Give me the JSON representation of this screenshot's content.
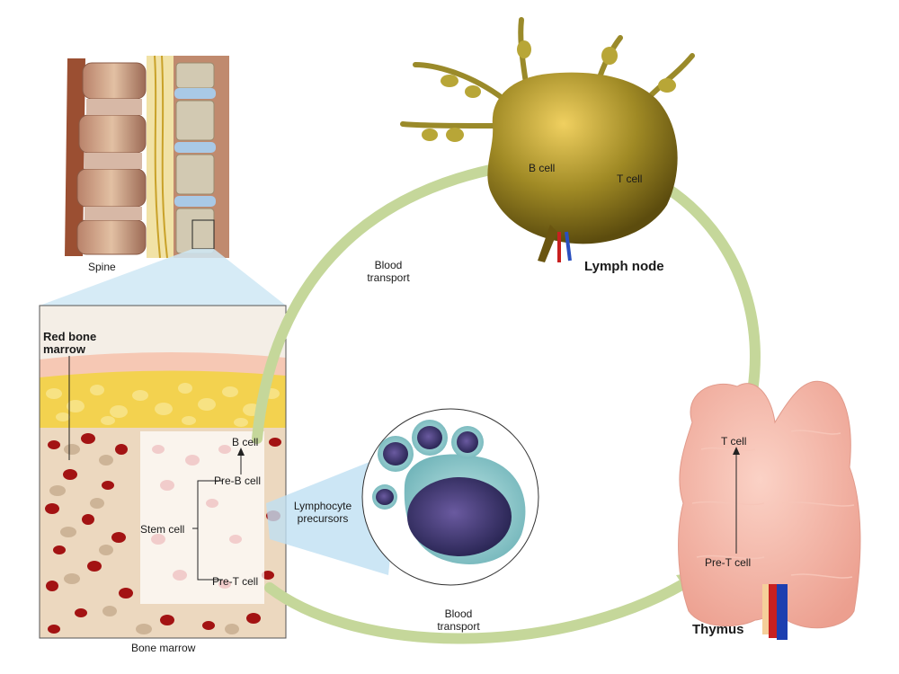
{
  "labels": {
    "spine": "Spine",
    "red_bone_marrow_1": "Red bone",
    "red_bone_marrow_2": "marrow",
    "b_cell_marrow": "B cell",
    "pre_b_cell": "Pre-B cell",
    "stem_cell": "Stem cell",
    "pre_t_cell_marrow": "Pre-T cell",
    "bone_marrow": "Bone marrow",
    "lymphocyte_1": "Lymphocyte",
    "lymphocyte_2": "precursors",
    "blood_transport_top_1": "Blood",
    "blood_transport_top_2": "transport",
    "blood_transport_bottom_1": "Blood",
    "blood_transport_bottom_2": "transport",
    "b_cell_node": "B cell",
    "t_cell_node": "T cell",
    "lymph_node": "Lymph node",
    "t_cell_thymus": "T cell",
    "pre_t_cell_thymus": "Pre-T cell",
    "thymus": "Thymus"
  },
  "colors": {
    "arrow": "#c5d79a",
    "marrow_red": "#b01818",
    "fat_yellow": "#f2d450",
    "node_olive": "#8f7d1e",
    "thymus_pink": "#f4b6a8",
    "cell_blue": "#3c3a7a",
    "halo_blue": "#b9dced"
  }
}
